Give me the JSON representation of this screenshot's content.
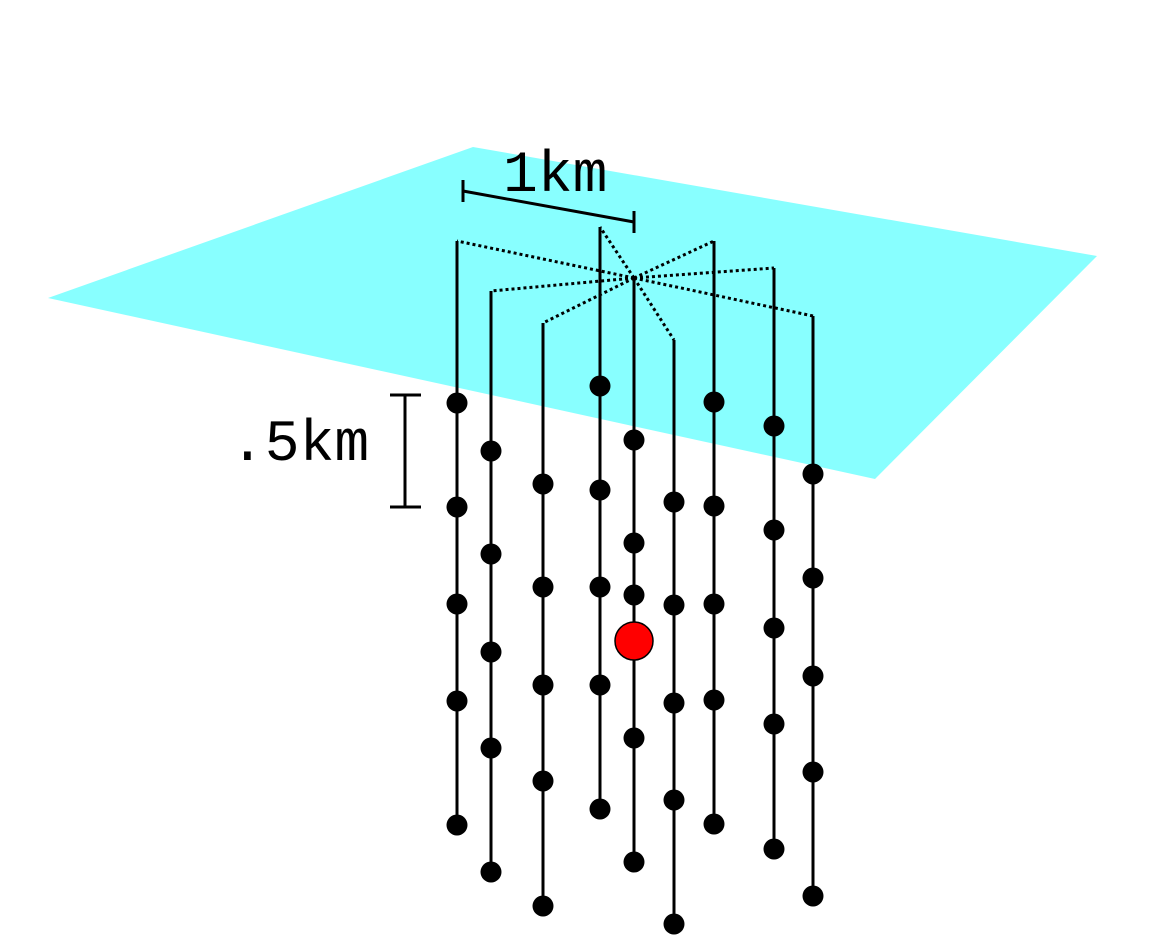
{
  "diagram": {
    "horizontal_scale_label": "1km",
    "vertical_scale_label": ".5km",
    "colors": {
      "surface": "#88ffff",
      "string": "#000000",
      "module": "#000000",
      "highlight_module": "#ff0000"
    },
    "string_count": 9,
    "highlighted": {
      "string": 4,
      "module": 3
    }
  }
}
